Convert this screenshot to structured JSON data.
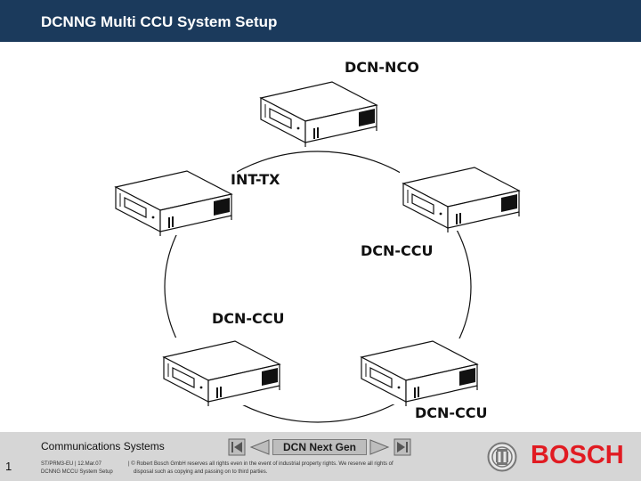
{
  "header": {
    "title": "DCNNG Multi CCU System Setup"
  },
  "diagram": {
    "devices": [
      {
        "id": "dcn-nco",
        "label": "DCN-NCO"
      },
      {
        "id": "int-tx",
        "label": "INT-TX"
      },
      {
        "id": "dcn-ccu-right",
        "label": "DCN-CCU"
      },
      {
        "id": "dcn-ccu-left",
        "label": "DCN-CCU"
      },
      {
        "id": "dcn-ccu-bottom",
        "label": "DCN-CCU"
      }
    ],
    "connection": "ring"
  },
  "footer": {
    "department": "Communications Systems",
    "page_number": "1",
    "ref_code": "ST/PRM3-EU | 12.Mar.07",
    "ref_title": "DCNNG MCCU System Setup",
    "legal_line1": "| © Robert Bosch GmbH reserves all rights even in the event of industrial property rights. We reserve all rights of",
    "legal_line2": "disposal such as copying and passing on to third parties.",
    "nav_label": "DCN Next Gen",
    "brand": "BOSCH"
  },
  "colors": {
    "header_bg": "#1b3a5c",
    "footer_bg": "#d6d6d6",
    "brand_red": "#e11b22"
  }
}
